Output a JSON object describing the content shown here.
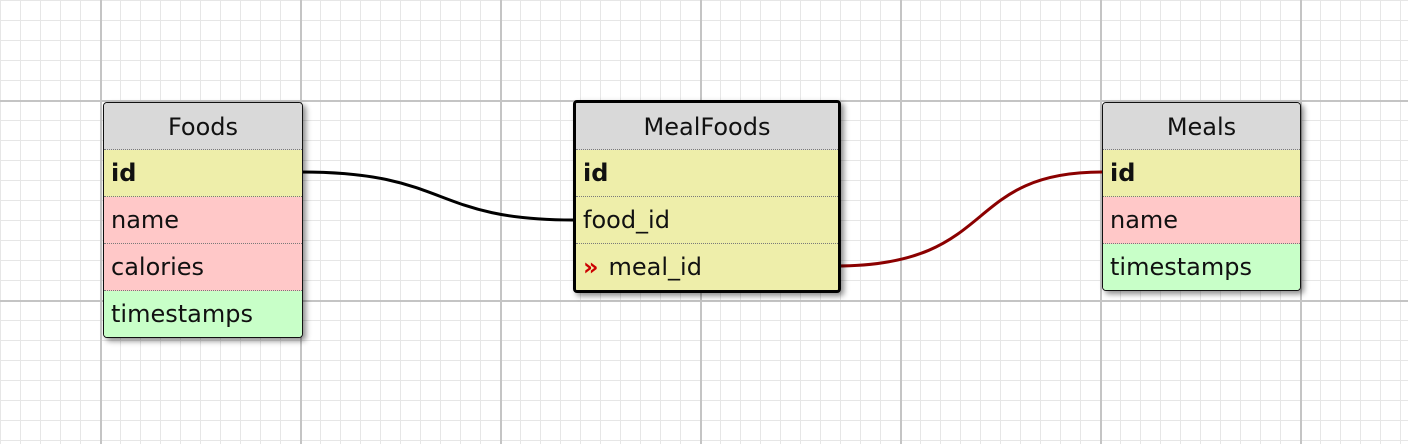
{
  "colors": {
    "header": "#d9d9d9",
    "key": "#eeeeaa",
    "field": "#ffc8c8",
    "meta": "#c8ffc8",
    "link_black": "#000000",
    "link_red": "#8b0000",
    "marker_red": "#cc0000"
  },
  "tables": [
    {
      "id": "foods",
      "title": "Foods",
      "selected": false,
      "rows": [
        {
          "label": "id",
          "kind": "key"
        },
        {
          "label": "name",
          "kind": "field"
        },
        {
          "label": "calories",
          "kind": "field"
        },
        {
          "label": "timestamps",
          "kind": "meta"
        }
      ]
    },
    {
      "id": "mealfoods",
      "title": "MealFoods",
      "selected": true,
      "rows": [
        {
          "label": "id",
          "kind": "key"
        },
        {
          "label": "food_id",
          "kind": "key"
        },
        {
          "label": "meal_id",
          "kind": "key",
          "marker": "»"
        }
      ]
    },
    {
      "id": "meals",
      "title": "Meals",
      "selected": false,
      "rows": [
        {
          "label": "id",
          "kind": "key"
        },
        {
          "label": "name",
          "kind": "field"
        },
        {
          "label": "timestamps",
          "kind": "meta"
        }
      ]
    }
  ],
  "relations": [
    {
      "from": "foods.id",
      "to": "mealfoods.food_id",
      "color": "#000000"
    },
    {
      "from": "mealfoods.meal_id",
      "to": "meals.id",
      "color": "#8b0000"
    }
  ]
}
